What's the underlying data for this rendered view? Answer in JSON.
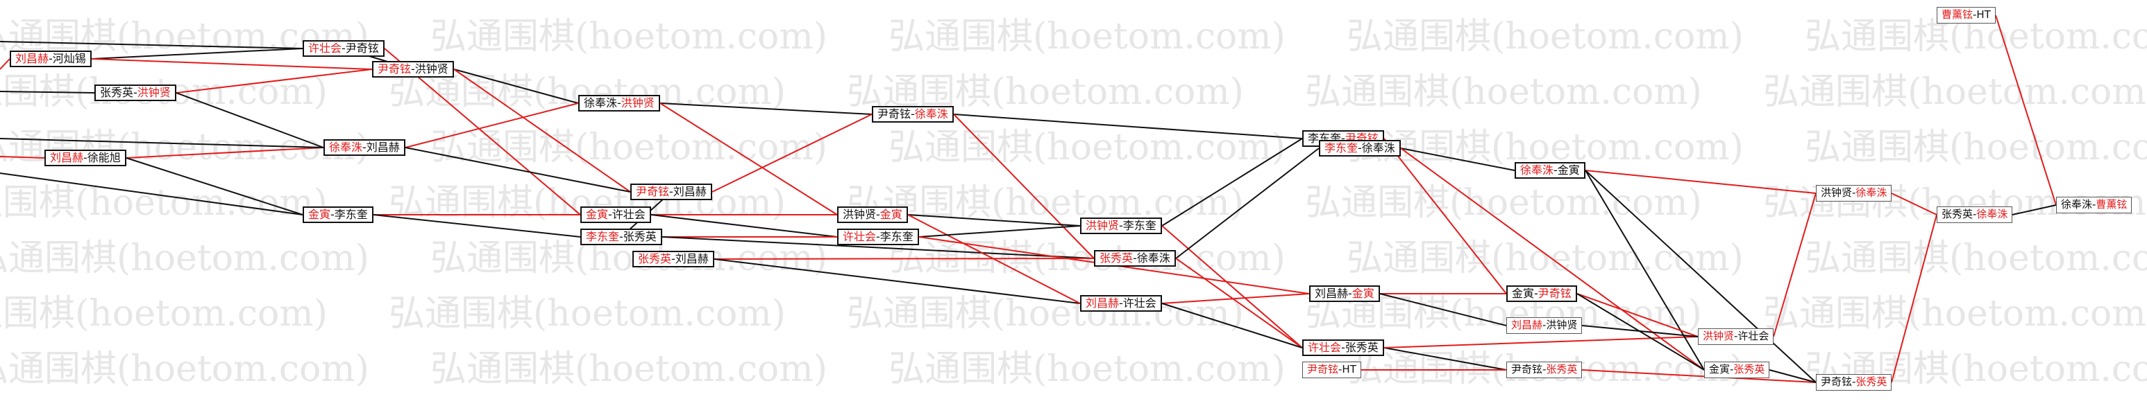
{
  "watermark": "弘通围棋(hoetom.com)",
  "colors": {
    "win": "#e41b1b",
    "loss": "#111111"
  },
  "nodes": [
    {
      "id": "n1",
      "parts": [
        {
          "t": "刘昌赫",
          "red": true
        },
        {
          "t": "-河灿锡",
          "red": false
        }
      ]
    },
    {
      "id": "n2",
      "parts": [
        {
          "t": "许壮会",
          "red": true
        },
        {
          "t": "-尹奇铉",
          "red": false
        }
      ]
    },
    {
      "id": "n3",
      "parts": [
        {
          "t": "尹奇铉",
          "red": true
        },
        {
          "t": "-洪钟贤",
          "red": false
        }
      ]
    },
    {
      "id": "n4",
      "parts": [
        {
          "t": "张秀英-",
          "red": false
        },
        {
          "t": "洪钟贤",
          "red": true
        }
      ]
    },
    {
      "id": "n5",
      "parts": [
        {
          "t": "徐奉洙",
          "red": true
        },
        {
          "t": "-刘昌赫",
          "red": false
        }
      ]
    },
    {
      "id": "n6",
      "parts": [
        {
          "t": "刘昌赫",
          "red": true
        },
        {
          "t": "-徐能旭",
          "red": false
        }
      ]
    },
    {
      "id": "n7",
      "parts": [
        {
          "t": "金寅",
          "red": true
        },
        {
          "t": "-李东奎",
          "red": false
        }
      ]
    },
    {
      "id": "n8",
      "parts": [
        {
          "t": "徐奉洙-",
          "red": false
        },
        {
          "t": "洪钟贤",
          "red": true
        }
      ]
    },
    {
      "id": "n9",
      "parts": [
        {
          "t": "尹奇铉",
          "red": true
        },
        {
          "t": "-刘昌赫",
          "red": false
        }
      ]
    },
    {
      "id": "n10",
      "parts": [
        {
          "t": "金寅",
          "red": true
        },
        {
          "t": "-许壮会",
          "red": false
        }
      ]
    },
    {
      "id": "n11",
      "parts": [
        {
          "t": "李东奎",
          "red": true
        },
        {
          "t": "-张秀英",
          "red": false
        }
      ]
    },
    {
      "id": "n12",
      "parts": [
        {
          "t": "张秀英",
          "red": true
        },
        {
          "t": "-刘昌赫",
          "red": false
        }
      ]
    },
    {
      "id": "n13",
      "parts": [
        {
          "t": "尹奇铉-",
          "red": false
        },
        {
          "t": "徐奉洙",
          "red": true
        }
      ]
    },
    {
      "id": "n14",
      "parts": [
        {
          "t": "洪钟贤-",
          "red": false
        },
        {
          "t": "金寅",
          "red": true
        }
      ]
    },
    {
      "id": "n15",
      "parts": [
        {
          "t": "许壮会",
          "red": true
        },
        {
          "t": "-李东奎",
          "red": false
        }
      ]
    },
    {
      "id": "n16",
      "parts": [
        {
          "t": "洪钟贤",
          "red": true
        },
        {
          "t": "-李东奎",
          "red": false
        }
      ]
    },
    {
      "id": "n17",
      "parts": [
        {
          "t": "张秀英",
          "red": true
        },
        {
          "t": "-徐奉洙",
          "red": false
        }
      ]
    },
    {
      "id": "n18",
      "parts": [
        {
          "t": "刘昌赫",
          "red": true
        },
        {
          "t": "-许壮会",
          "red": false
        }
      ]
    },
    {
      "id": "n19",
      "parts": [
        {
          "t": "李东奎-",
          "red": false
        },
        {
          "t": "尹奇铉",
          "red": true
        }
      ]
    },
    {
      "id": "n20",
      "parts": [
        {
          "t": "李东奎",
          "red": true
        },
        {
          "t": "-徐奉洙",
          "red": false
        }
      ]
    },
    {
      "id": "n21",
      "parts": [
        {
          "t": "刘昌赫-",
          "red": false
        },
        {
          "t": "金寅",
          "red": true
        }
      ]
    },
    {
      "id": "n22",
      "parts": [
        {
          "t": "许壮会",
          "red": true
        },
        {
          "t": "-张秀英",
          "red": false
        }
      ]
    },
    {
      "id": "n23",
      "parts": [
        {
          "t": "尹奇铉",
          "red": true
        },
        {
          "t": "-HT",
          "red": false
        }
      ]
    },
    {
      "id": "n24",
      "parts": [
        {
          "t": "徐奉洙",
          "red": true
        },
        {
          "t": "-金寅",
          "red": false
        }
      ]
    },
    {
      "id": "n25",
      "parts": [
        {
          "t": "金寅-",
          "red": false
        },
        {
          "t": "尹奇铉",
          "red": true
        }
      ]
    },
    {
      "id": "n26",
      "parts": [
        {
          "t": "刘昌赫",
          "red": true
        },
        {
          "t": "-洪钟贤",
          "red": false
        }
      ]
    },
    {
      "id": "n27",
      "parts": [
        {
          "t": "尹奇铉-",
          "red": false
        },
        {
          "t": "张秀英",
          "red": true
        }
      ]
    },
    {
      "id": "n28",
      "parts": [
        {
          "t": "金寅-",
          "red": false
        },
        {
          "t": "张秀英",
          "red": true
        }
      ]
    },
    {
      "id": "n29",
      "parts": [
        {
          "t": "洪钟贤",
          "red": true
        },
        {
          "t": "-许壮会",
          "red": false
        }
      ]
    },
    {
      "id": "n30",
      "parts": [
        {
          "t": "洪钟贤-",
          "red": false
        },
        {
          "t": "徐奉洙",
          "red": true
        }
      ]
    },
    {
      "id": "n31",
      "parts": [
        {
          "t": "尹奇铉-",
          "red": false
        },
        {
          "t": "张秀英",
          "red": true
        }
      ]
    },
    {
      "id": "n32",
      "parts": [
        {
          "t": "曹薰铉",
          "red": true
        },
        {
          "t": "-HT",
          "red": false
        }
      ]
    },
    {
      "id": "n33",
      "parts": [
        {
          "t": "张秀英-",
          "red": false
        },
        {
          "t": "徐奉洙",
          "red": true
        }
      ]
    },
    {
      "id": "n34",
      "parts": [
        {
          "t": "徐奉洙-",
          "red": false
        },
        {
          "t": "曹薰铉",
          "red": true
        }
      ]
    }
  ],
  "edges": [
    {
      "from": "n1",
      "to": "n2",
      "c": "loss"
    },
    {
      "from": "n1",
      "to": "n3",
      "c": "win"
    },
    {
      "from": "n2",
      "to": "n3",
      "c": "loss"
    },
    {
      "from": "n2",
      "to": "n10",
      "c": "win"
    },
    {
      "from": "n3",
      "to": "n8",
      "c": "loss"
    },
    {
      "from": "n3",
      "to": "n9",
      "c": "win"
    },
    {
      "from": "n4",
      "to": "n3",
      "c": "win"
    },
    {
      "from": "n4",
      "to": "n5",
      "c": "loss"
    },
    {
      "from": "n5",
      "to": "n8",
      "c": "win"
    },
    {
      "from": "n5",
      "to": "n9",
      "c": "loss"
    },
    {
      "from": "n6",
      "to": "n5",
      "c": "win"
    },
    {
      "from": "n6",
      "to": "n7",
      "c": "loss"
    },
    {
      "from": "n7",
      "to": "n10",
      "c": "win"
    },
    {
      "from": "n7",
      "to": "n11",
      "c": "loss"
    },
    {
      "from": "n8",
      "to": "n13",
      "c": "loss"
    },
    {
      "from": "n8",
      "to": "n14",
      "c": "win"
    },
    {
      "from": "n9",
      "to": "n13",
      "c": "win"
    },
    {
      "from": "n9",
      "to": "n11",
      "c": "loss"
    },
    {
      "from": "n10",
      "to": "n14",
      "c": "win"
    },
    {
      "from": "n10",
      "to": "n15",
      "c": "loss"
    },
    {
      "from": "n11",
      "to": "n15",
      "c": "win"
    },
    {
      "from": "n11",
      "to": "n17",
      "c": "loss"
    },
    {
      "from": "n12",
      "to": "n17",
      "c": "win"
    },
    {
      "from": "n12",
      "to": "n18",
      "c": "loss"
    },
    {
      "from": "n13",
      "to": "n19",
      "c": "loss"
    },
    {
      "from": "n13",
      "to": "n17",
      "c": "win"
    },
    {
      "from": "n14",
      "to": "n16",
      "c": "loss"
    },
    {
      "from": "n14",
      "to": "n18",
      "c": "win"
    },
    {
      "from": "n15",
      "to": "n16",
      "c": "loss"
    },
    {
      "from": "n15",
      "to": "n21",
      "c": "win"
    },
    {
      "from": "n16",
      "to": "n19",
      "c": "loss"
    },
    {
      "from": "n16",
      "to": "n22",
      "c": "win"
    },
    {
      "from": "n17",
      "to": "n20",
      "c": "loss"
    },
    {
      "from": "n17",
      "to": "n22",
      "c": "win"
    },
    {
      "from": "n18",
      "to": "n21",
      "c": "win"
    },
    {
      "from": "n18",
      "to": "n22",
      "c": "loss"
    },
    {
      "from": "n19",
      "to": "n20",
      "c": "loss"
    },
    {
      "from": "n19",
      "to": "n25",
      "c": "win"
    },
    {
      "from": "n20",
      "to": "n24",
      "c": "loss"
    },
    {
      "from": "n20",
      "to": "n28",
      "c": "win"
    },
    {
      "from": "n21",
      "to": "n25",
      "c": "win"
    },
    {
      "from": "n21",
      "to": "n26",
      "c": "loss"
    },
    {
      "from": "n22",
      "to": "n27",
      "c": "loss"
    },
    {
      "from": "n22",
      "to": "n29",
      "c": "win"
    },
    {
      "from": "n23",
      "to": "n27",
      "c": "win"
    },
    {
      "from": "n24",
      "to": "n30",
      "c": "win"
    },
    {
      "from": "n24",
      "to": "n28",
      "c": "loss"
    },
    {
      "from": "n24",
      "to": "n31",
      "c": "loss"
    },
    {
      "from": "n25",
      "to": "n29",
      "c": "win"
    },
    {
      "from": "n25",
      "to": "n28",
      "c": "loss"
    },
    {
      "from": "n26",
      "to": "n29",
      "c": "loss"
    },
    {
      "from": "n27",
      "to": "n31",
      "c": "win"
    },
    {
      "from": "n28",
      "to": "n31",
      "c": "loss"
    },
    {
      "from": "n29",
      "to": "n30",
      "c": "win"
    },
    {
      "from": "n30",
      "to": "n33",
      "c": "win"
    },
    {
      "from": "n31",
      "to": "n33",
      "c": "win"
    },
    {
      "from": "n32",
      "to": "n34",
      "c": "win"
    },
    {
      "from": "n33",
      "to": "n34",
      "c": "loss"
    }
  ]
}
